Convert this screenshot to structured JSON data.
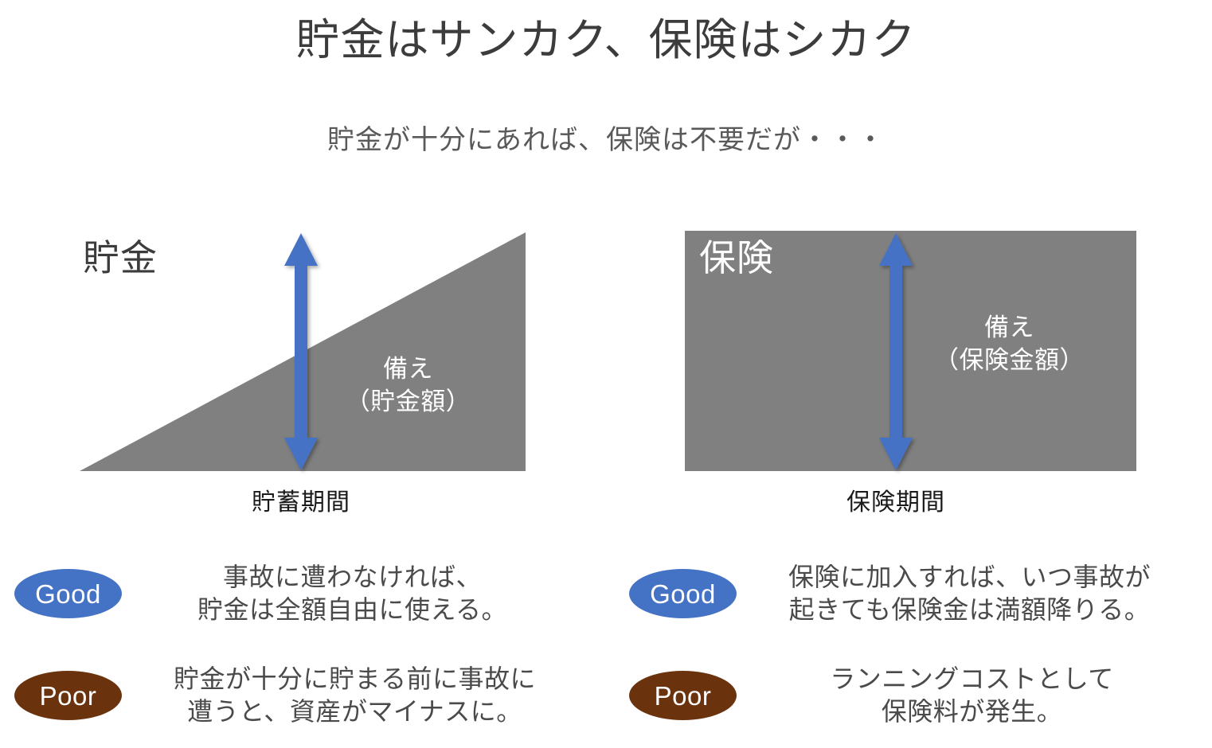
{
  "slide": {
    "title": "貯金はサンカク、保険はシカク",
    "subtitle": "貯金が十分にあれば、保険は不要だが・・・"
  },
  "colors": {
    "shape_gray": "#808080",
    "arrow_blue": "#4472c4",
    "badge_good": "#4472c4",
    "badge_poor": "#6b330d",
    "title_text": "#3c3c3c",
    "subtitle_text": "#595959",
    "body_text": "#4a4a4a",
    "on_shape_text": "#ffffff"
  },
  "panels": [
    {
      "key": "savings",
      "shape": "triangle",
      "heading": "貯金",
      "amount_label": "備え\n（貯金額）",
      "amount_label_line1": "備え",
      "amount_label_line2": "（貯金額）",
      "axis_label": "貯蓄期間",
      "arrow": "double-headed-vertical-arrow"
    },
    {
      "key": "insurance",
      "shape": "rectangle",
      "heading": "保険",
      "amount_label": "備え\n（保険金額）",
      "amount_label_line1": "備え",
      "amount_label_line2": "（保険金額）",
      "axis_label": "保険期間",
      "arrow": "double-headed-vertical-arrow"
    }
  ],
  "notes": {
    "left": [
      {
        "badge": "Good",
        "kind": "good",
        "text": "事故に遭わなければ、\n貯金は全額自由に使える。"
      },
      {
        "badge": "Poor",
        "kind": "poor",
        "text": "貯金が十分に貯まる前に事故に\n遭うと、資産がマイナスに。"
      }
    ],
    "right": [
      {
        "badge": "Good",
        "kind": "good",
        "text": "保険に加入すれば、いつ事故が\n起きても保険金は満額降りる。"
      },
      {
        "badge": "Poor",
        "kind": "poor",
        "text": "ランニングコストとして\n保険料が発生。"
      }
    ]
  }
}
